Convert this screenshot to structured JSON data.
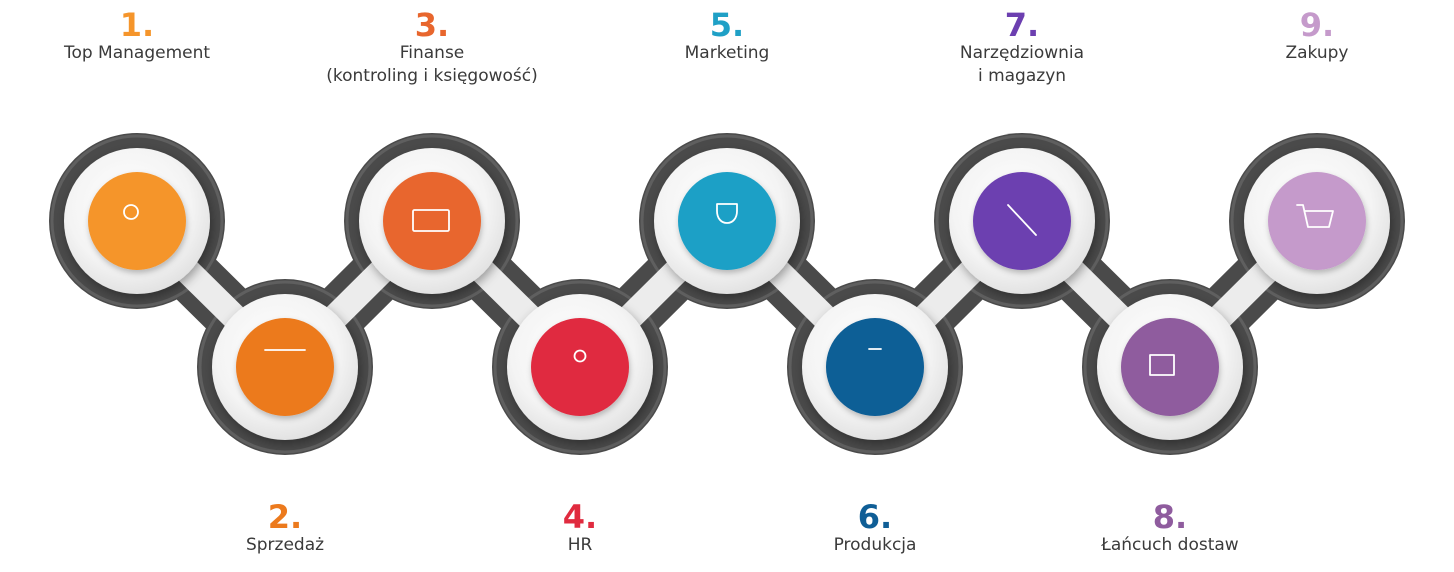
{
  "steps": [
    {
      "number": "1.",
      "title": "Top Management",
      "color": "#F5952B",
      "icon": "users-icon"
    },
    {
      "number": "2.",
      "title": "Sprzedaż",
      "color": "#EC7A1D",
      "icon": "presentation-chart-icon"
    },
    {
      "number": "3.",
      "title": "Finanse\n(kontroling i księgowość)",
      "color": "#E8662D",
      "icon": "banknote-icon"
    },
    {
      "number": "4.",
      "title": "HR",
      "color": "#E02B3F",
      "icon": "team-icon"
    },
    {
      "number": "5.",
      "title": "Marketing",
      "color": "#1FA0C6",
      "icon": "trophy-icon"
    },
    {
      "number": "6.",
      "title": "Produkcja",
      "color": "#0F5E96",
      "icon": "flask-icon"
    },
    {
      "number": "7.",
      "title": "Narzędziownia\ni magazyn",
      "color": "#6C3FB0",
      "icon": "tools-icon"
    },
    {
      "number": "8.",
      "title": "Łańcuch dostaw",
      "color": "#8F5C9E",
      "icon": "truck-icon"
    },
    {
      "number": "9.",
      "title": "Zakupy",
      "color": "#C59ACB",
      "icon": "cart-icon"
    }
  ]
}
